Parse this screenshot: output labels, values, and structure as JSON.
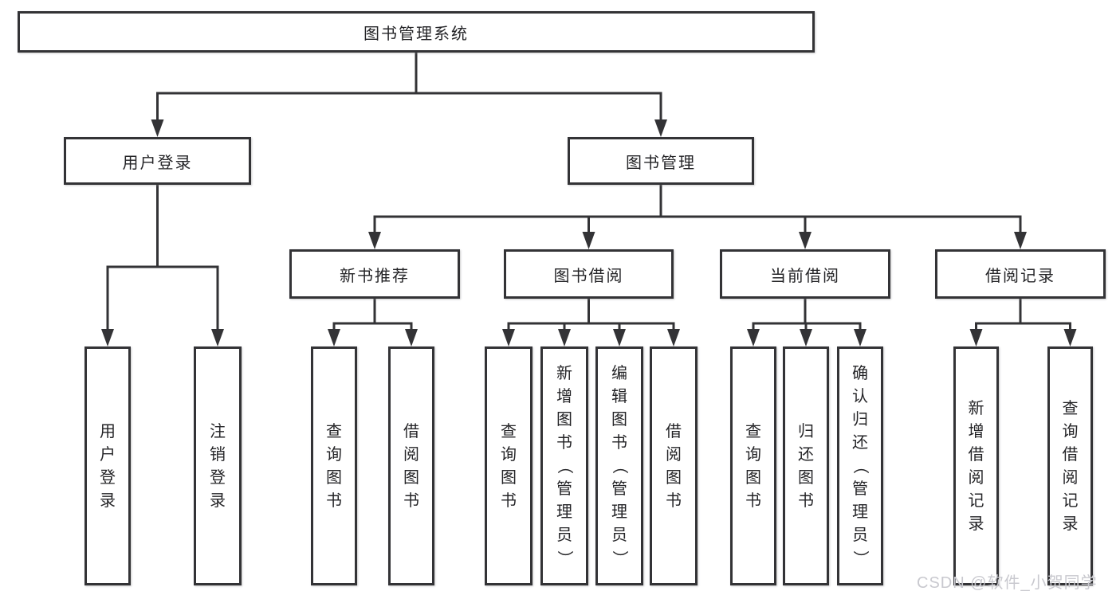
{
  "diagram": {
    "title": "图书管理系统",
    "colors": {
      "line": "#333336",
      "text": "#242427",
      "box_background": "#ffffff",
      "watermark_text_color": "#c9c9cf"
    },
    "nodes": [
      {
        "id": "root",
        "label": "图书管理系统",
        "children": [
          "user-login",
          "book-mgmt"
        ]
      },
      {
        "id": "user-login",
        "label": "用户登录",
        "children": [
          "leaf-user-login",
          "leaf-logout"
        ]
      },
      {
        "id": "book-mgmt",
        "label": "图书管理",
        "children": [
          "new-rec",
          "book-borrow",
          "current-borrow",
          "borrow-records"
        ]
      },
      {
        "id": "new-rec",
        "label": "新书推荐",
        "children": [
          "leaf-newrec-query",
          "leaf-newrec-borrow"
        ]
      },
      {
        "id": "book-borrow",
        "label": "图书借阅",
        "children": [
          "leaf-borrow-query",
          "leaf-borrow-add",
          "leaf-borrow-edit",
          "leaf-borrow-borrow"
        ]
      },
      {
        "id": "current-borrow",
        "label": "当前借阅",
        "children": [
          "leaf-current-query",
          "leaf-current-return",
          "leaf-current-confirm"
        ]
      },
      {
        "id": "borrow-records",
        "label": "借阅记录",
        "children": [
          "leaf-records-add",
          "leaf-records-query"
        ]
      },
      {
        "id": "leaf-user-login",
        "label": "用户登录",
        "children": []
      },
      {
        "id": "leaf-logout",
        "label": "注销登录",
        "children": []
      },
      {
        "id": "leaf-newrec-query",
        "label": "查询图书",
        "children": []
      },
      {
        "id": "leaf-newrec-borrow",
        "label": "借阅图书",
        "children": []
      },
      {
        "id": "leaf-borrow-query",
        "label": "查询图书",
        "children": []
      },
      {
        "id": "leaf-borrow-add",
        "label": "新增图书（管理员）",
        "children": []
      },
      {
        "id": "leaf-borrow-edit",
        "label": "编辑图书（管理员）",
        "children": []
      },
      {
        "id": "leaf-borrow-borrow",
        "label": "借阅图书",
        "children": []
      },
      {
        "id": "leaf-current-query",
        "label": "查询图书",
        "children": []
      },
      {
        "id": "leaf-current-return",
        "label": "归还图书",
        "children": []
      },
      {
        "id": "leaf-current-confirm",
        "label": "确认归还（管理员）",
        "children": []
      },
      {
        "id": "leaf-records-add",
        "label": "新增借阅记录",
        "children": []
      },
      {
        "id": "leaf-records-query",
        "label": "查询借阅记录",
        "children": []
      }
    ],
    "watermark": "CSDN @软件_小贺同学"
  }
}
